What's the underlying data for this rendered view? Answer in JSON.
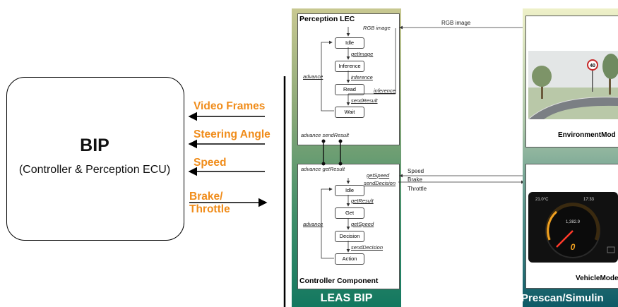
{
  "bip": {
    "title": "BIP",
    "subtitle": "(Controller & Perception ECU)"
  },
  "signals": [
    {
      "label": "Video Frames",
      "direction": "to-bip"
    },
    {
      "label": "Steering Angle",
      "direction": "to-bip"
    },
    {
      "label": "Speed",
      "direction": "to-bip"
    },
    {
      "label": "Brake/",
      "label2": "Throttle",
      "direction": "from-bip"
    }
  ],
  "perception": {
    "title": "Perception LEC",
    "port_in": "RGB image",
    "states": [
      "Idle",
      "Inference",
      "Read",
      "Wait"
    ],
    "transitions": [
      "getImage",
      "inference",
      "sendResult"
    ],
    "loop_label": "advance",
    "side_label": "inference",
    "bottom_ports": "advance  sendResult"
  },
  "controller": {
    "title": "Controller Component",
    "top_ports": "advance  getResult",
    "port_getspeed": "getSpeed",
    "port_senddecision": "sendDecision",
    "states": [
      "Idle",
      "Get",
      "Decision",
      "Action"
    ],
    "transitions": [
      "getResult",
      "getSpeed",
      "sendDecision"
    ],
    "loop_label": "advance"
  },
  "leas_label": "LEAS BIP",
  "links": {
    "rgb": "RGB image",
    "speed": "Speed",
    "brake": "Brake",
    "throttle": "Throttle"
  },
  "environment": {
    "title": "EnvironmentMod",
    "sign_text": "40"
  },
  "vehicle": {
    "title": "VehicleMode",
    "dash_temp": "21.0°C",
    "dash_clock": "17:33",
    "dash_odo": "1,382.9",
    "dash_speed": "0"
  },
  "prescan_label": "Prescan/Simulin",
  "colors": {
    "signal": "#F08C1A",
    "leas_gradient_bottom": "#137860",
    "prescan_gradient_bottom": "#0d5a66"
  }
}
